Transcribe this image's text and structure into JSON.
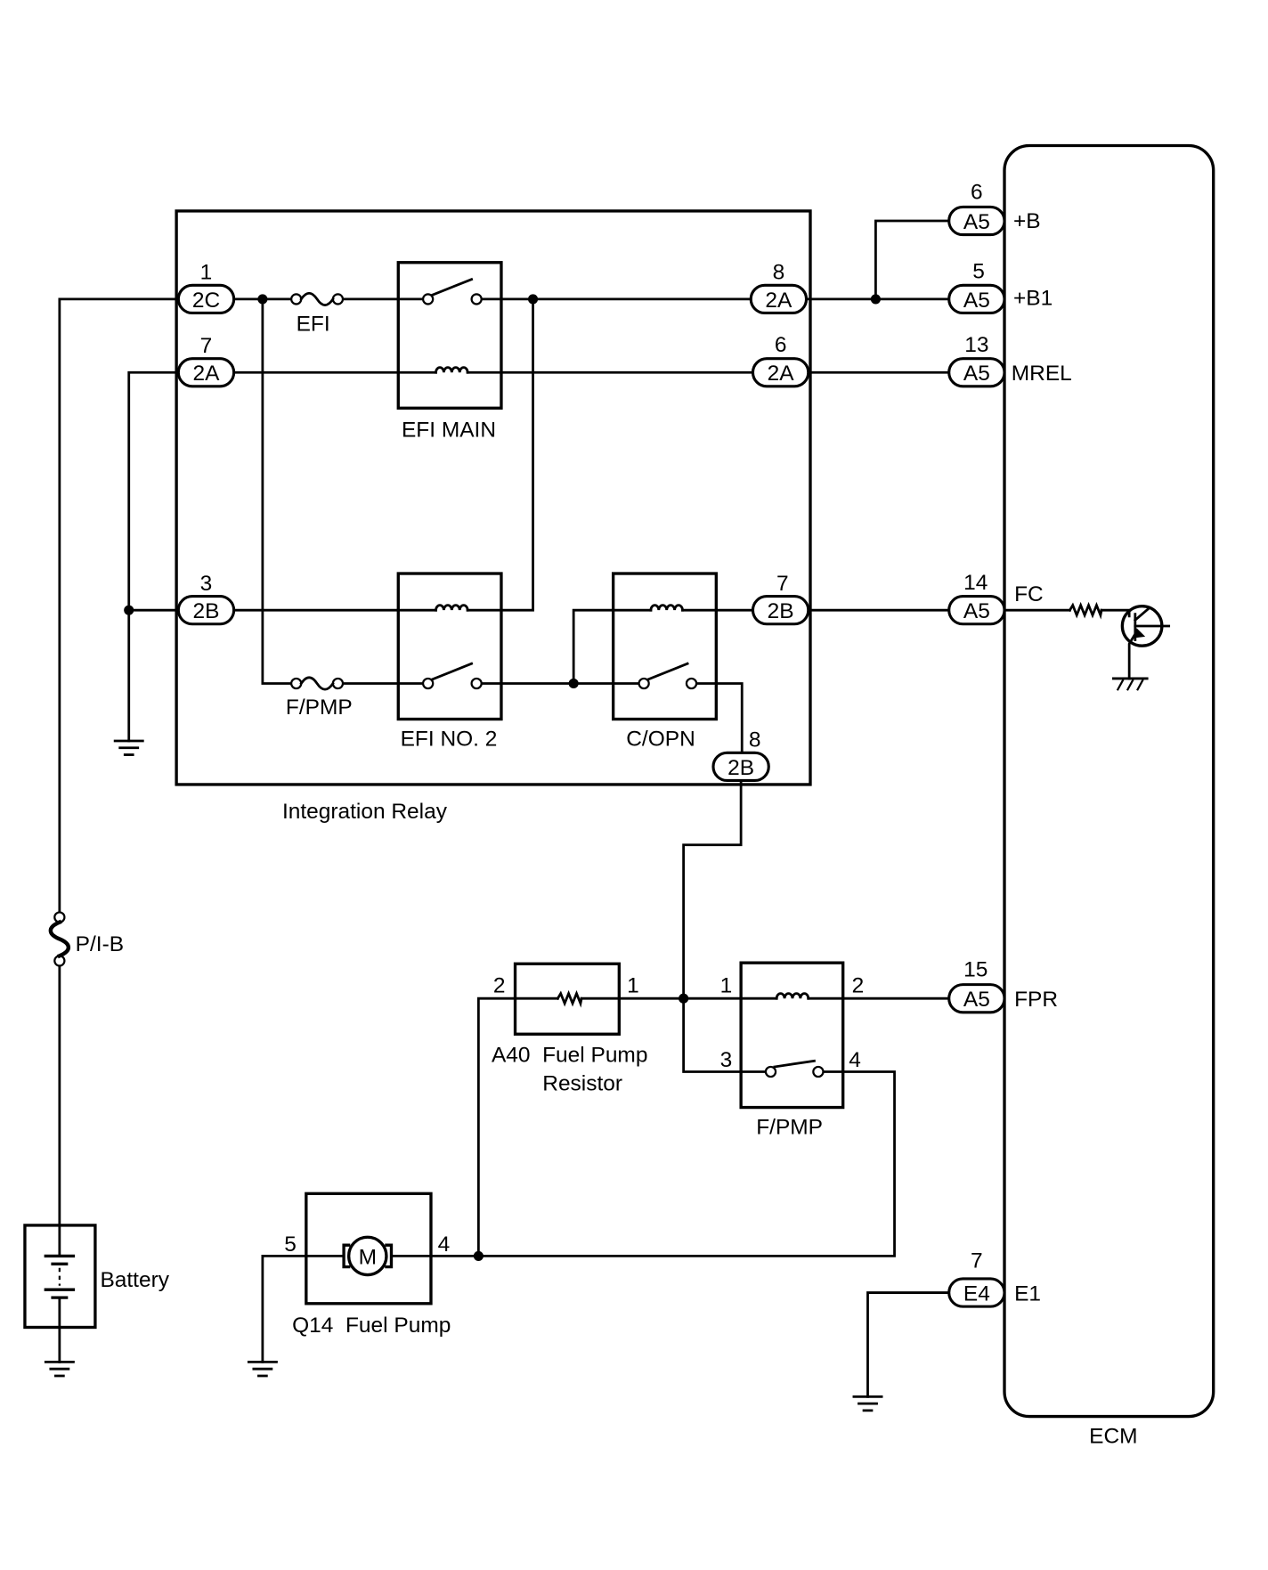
{
  "integration_relay": {
    "title": "Integration Relay",
    "efi_fuse_label": "EFI",
    "efi_main_label": "EFI MAIN",
    "fpmp_fuse_label": "F/PMP",
    "efi_no2_label": "EFI NO. 2",
    "c_opn_label": "C/OPN"
  },
  "connectors": [
    {
      "code": "2C",
      "pin": "1"
    },
    {
      "code": "2A",
      "pin": "7"
    },
    {
      "code": "2B",
      "pin": "3"
    },
    {
      "code": "2A",
      "pin": "8"
    },
    {
      "code": "2A",
      "pin": "6"
    },
    {
      "code": "2B",
      "pin": "7"
    },
    {
      "code": "2B",
      "pin": "8"
    },
    {
      "code": "A5",
      "pin": "6"
    },
    {
      "code": "A5",
      "pin": "5"
    },
    {
      "code": "A5",
      "pin": "13"
    },
    {
      "code": "A5",
      "pin": "14"
    },
    {
      "code": "A5",
      "pin": "15"
    },
    {
      "code": "E4",
      "pin": "7"
    }
  ],
  "ecm": {
    "label": "ECM",
    "terminals": [
      "+B",
      "+B1",
      "MREL",
      "FC",
      "FPR",
      "E1"
    ]
  },
  "fuse_pib": {
    "label": "P/I-B"
  },
  "battery": {
    "label": "Battery"
  },
  "fuel_pump_resistor": {
    "label_line1": "A40  Fuel Pump",
    "label_line2": "Resistor",
    "pin_left": "2",
    "pin_right": "1"
  },
  "fpmp_relay": {
    "label": "F/PMP",
    "pins": [
      "1",
      "2",
      "3",
      "4"
    ]
  },
  "fuel_pump": {
    "label": "Q14  Fuel Pump",
    "motor_symbol": "M",
    "pin_left": "5",
    "pin_right": "4"
  },
  "colors": {
    "ink": "#000000",
    "background": "#ffffff"
  }
}
